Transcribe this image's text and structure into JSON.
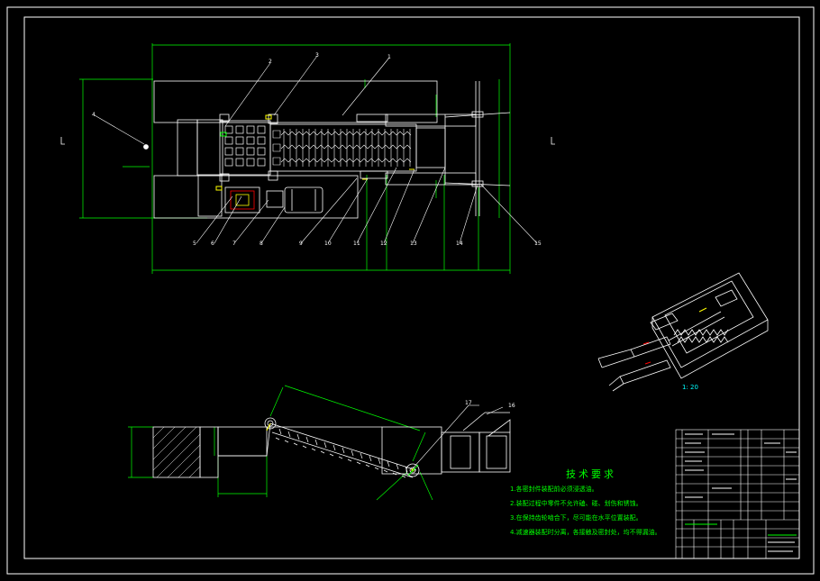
{
  "drawing": {
    "balloons_plan": [
      "2",
      "3",
      "1",
      "4",
      "5",
      "6",
      "7",
      "8",
      "9",
      "10",
      "11",
      "12",
      "13",
      "14",
      "15"
    ],
    "balloons_elevation": [
      "17",
      "16"
    ],
    "scale_label": "1: 20"
  },
  "technical_requirements": {
    "title": "技术要求",
    "lines": [
      "1.各密封件装配前必须浸透油。",
      "2.装配过程中零件不允许磕、碰、划伤和锈蚀。",
      "3.在保持齿轮啮合下，尽可能在水平位置装配。",
      "4.减速器装配时分离，各接触及密封处，均不得漏油。"
    ]
  },
  "colors": {
    "background": "#000000",
    "frame": "#ffffff",
    "outline": "#ffffff",
    "dimension": "#00ff00",
    "leader": "#ffffff",
    "accent_red": "#ff0000",
    "accent_yellow": "#ffff00",
    "accent_cyan": "#00ffff",
    "text_green": "#00ff00"
  }
}
